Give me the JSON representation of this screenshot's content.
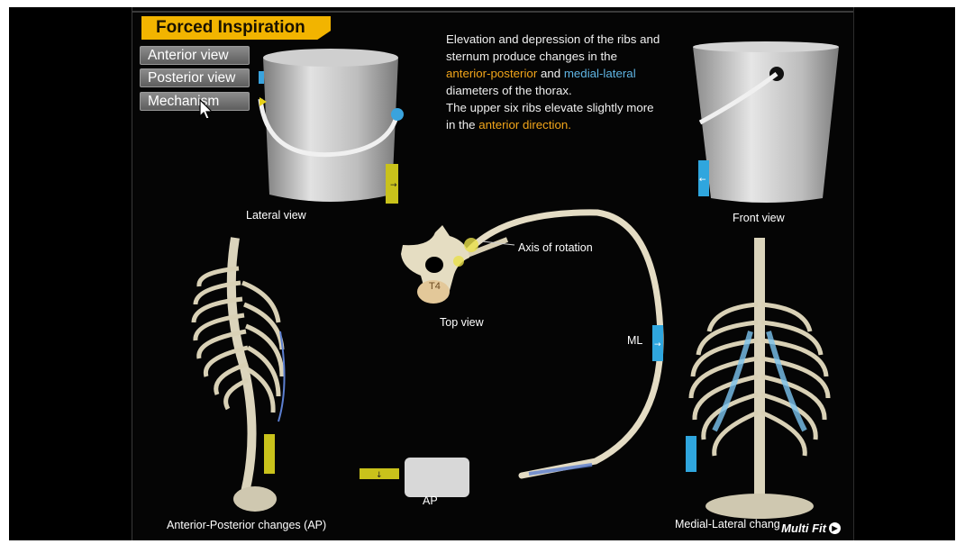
{
  "header": {
    "title": "Forced Inspiration"
  },
  "nav": {
    "items": [
      {
        "label": "Anterior view"
      },
      {
        "label": "Posterior view"
      },
      {
        "label": "Mechanism"
      }
    ]
  },
  "description": {
    "p1_a": "Elevation and depression of the ribs and sternum produce changes in the ",
    "p1_hl1": "anterior-posterior",
    "p1_b": " and ",
    "p1_hl2": "medial-lateral",
    "p1_c": " diameters of the thorax.",
    "p2_a": "The upper six ribs elevate slightly more in the ",
    "p2_hl": "anterior direction."
  },
  "labels": {
    "lateral_view": "Lateral view",
    "front_view": "Front view",
    "axis_of_rotation": "Axis of rotation",
    "top_view": "Top view",
    "vertebra": "T4",
    "ml": "ML",
    "ap": "AP",
    "ap_changes": "Anterior-Posterior changes (AP)",
    "ml_changes": "Medial-Lateral chang"
  },
  "branding": {
    "watermark": "Multi Fit"
  },
  "colors": {
    "accent": "#f2b400",
    "orange": "#f2a51a",
    "blue": "#5fb4e3",
    "marker_yellow": "#c9c21b",
    "marker_blue": "#2fa6de"
  }
}
